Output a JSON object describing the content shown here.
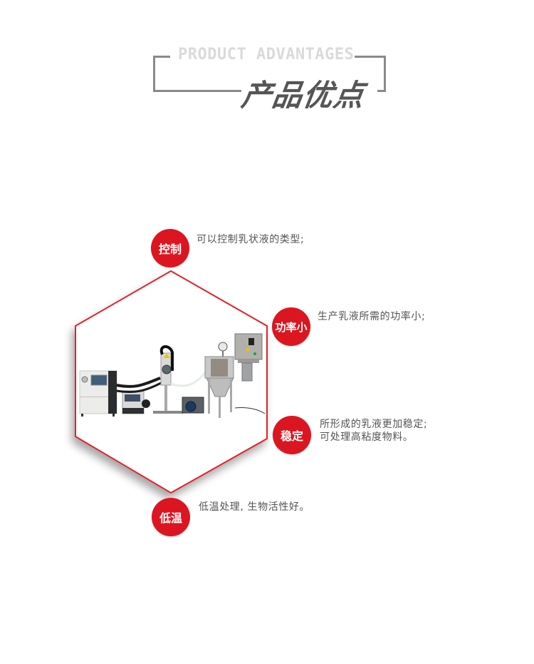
{
  "header": {
    "subtitle_en": "PRODUCT ADVANTAGES",
    "title_cn": "产品优点"
  },
  "colors": {
    "accent_red": "#db1620",
    "bracket_gray": "#8a8a8c",
    "title_gray": "#555557",
    "subtitle_gray": "#dadada",
    "text_gray": "#555555"
  },
  "product_image": {
    "alt": "ultrasonic emulsification equipment system"
  },
  "features": [
    {
      "badge": "控制",
      "lines": [
        "可以控制乳状液的类型;"
      ]
    },
    {
      "badge": "功率小",
      "lines": [
        "生产乳液所需的功率小;"
      ]
    },
    {
      "badge": "稳定",
      "lines": [
        "所形成的乳液更加稳定;",
        "可处理高粘度物料。"
      ]
    },
    {
      "badge": "低温",
      "lines": [
        "低温处理, 生物活性好。"
      ]
    }
  ]
}
